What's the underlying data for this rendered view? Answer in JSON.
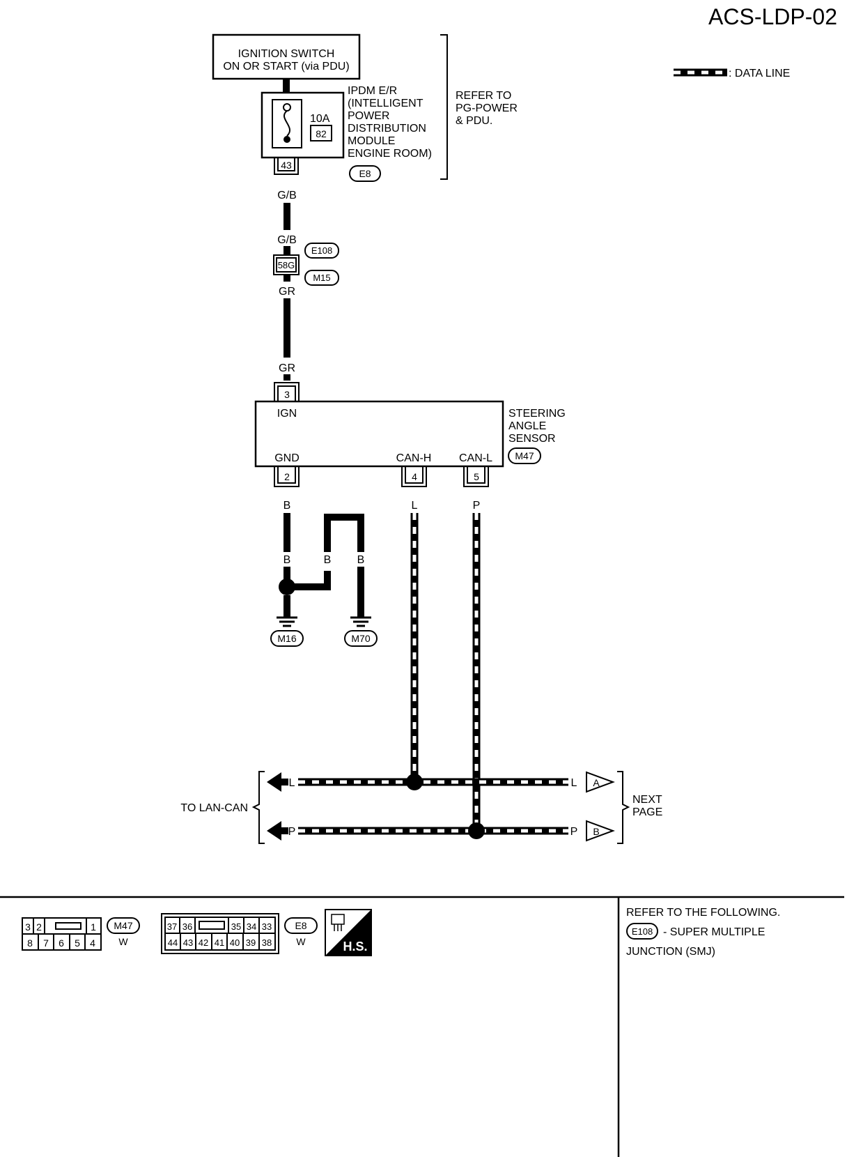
{
  "page_id": "ACS-LDP-02",
  "legend": {
    "label": ": DATA LINE"
  },
  "ignition_switch": {
    "line1": "IGNITION SWITCH",
    "line2": "ON OR START (via PDU)"
  },
  "ipdm": {
    "lines": [
      "IPDM E/R",
      "(INTELLIGENT",
      "POWER",
      "DISTRIBUTION",
      "MODULE",
      "ENGINE ROOM)"
    ],
    "fuse_rating": "10A",
    "fuse_number": "82",
    "connector": "E8",
    "terminal": "43"
  },
  "refer_to": {
    "lines": [
      "REFER TO",
      "PG-POWER",
      "& PDU."
    ]
  },
  "wires": {
    "gb_top": "G/B",
    "gb_bottom": "G/B",
    "gr_top": "GR",
    "gr_bottom": "GR",
    "b_top": "B",
    "b_mid1": "B",
    "b_mid2": "B",
    "b_mid3": "B",
    "l_top": "L",
    "p_top": "P",
    "l_left": "L",
    "l_right": "L",
    "p_left": "P",
    "p_right": "P"
  },
  "smj": {
    "terminal": "58G",
    "connector_top": "E108",
    "connector_bottom": "M15"
  },
  "sensor": {
    "name_lines": [
      "STEERING",
      "ANGLE",
      "SENSOR"
    ],
    "connector": "M47",
    "pins": {
      "ign": "IGN",
      "gnd": "GND",
      "canh": "CAN-H",
      "canl": "CAN-L"
    },
    "terminals": {
      "ign": "3",
      "gnd": "2",
      "canh": "4",
      "canl": "5"
    }
  },
  "grounds": {
    "g1": "M16",
    "g2": "M70"
  },
  "lan_can": {
    "left_label": "TO LAN-CAN",
    "right_lines": [
      "NEXT",
      "PAGE"
    ],
    "marker_a": "A",
    "marker_b": "B"
  },
  "connector_views": {
    "m47": {
      "id": "M47",
      "color": "W",
      "row1": [
        "3",
        "2",
        "",
        "1"
      ],
      "row2": [
        "8",
        "7",
        "6",
        "5",
        "4"
      ]
    },
    "e8": {
      "id": "E8",
      "color": "W",
      "row1": [
        "37",
        "36",
        "",
        "35",
        "34",
        "33"
      ],
      "row2": [
        "44",
        "43",
        "42",
        "41",
        "40",
        "39",
        "38"
      ]
    },
    "hs_label": "H.S."
  },
  "refer_following": {
    "line1": "REFER TO THE FOLLOWING.",
    "connector": "E108",
    "line2": "- SUPER MULTIPLE",
    "line3": "JUNCTION (SMJ)"
  }
}
